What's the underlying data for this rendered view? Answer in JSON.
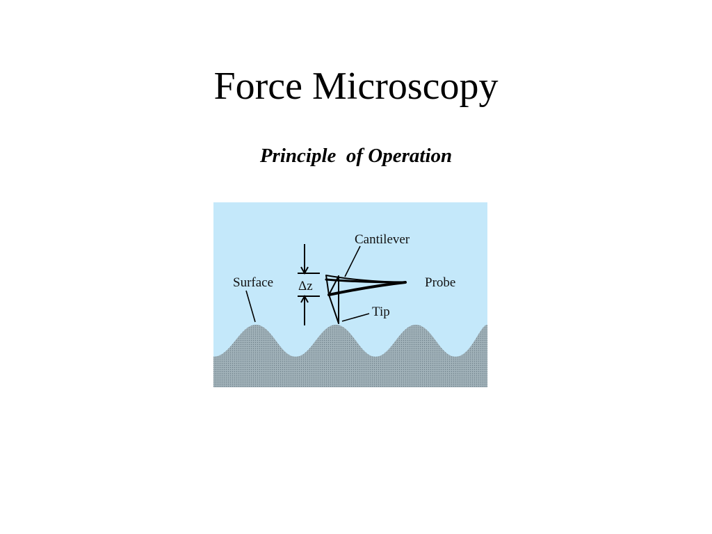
{
  "slide": {
    "title": "Force Microscopy",
    "subtitle": "Principle  of Operation"
  },
  "diagram": {
    "labels": {
      "cantilever": "Cantilever",
      "surface": "Surface",
      "probe": "Probe",
      "tip": "Tip",
      "delta_z": "Δz"
    },
    "colors": {
      "background": "#c4e8fa",
      "surface_fill": "#8fa0a8",
      "line": "#000000"
    }
  }
}
